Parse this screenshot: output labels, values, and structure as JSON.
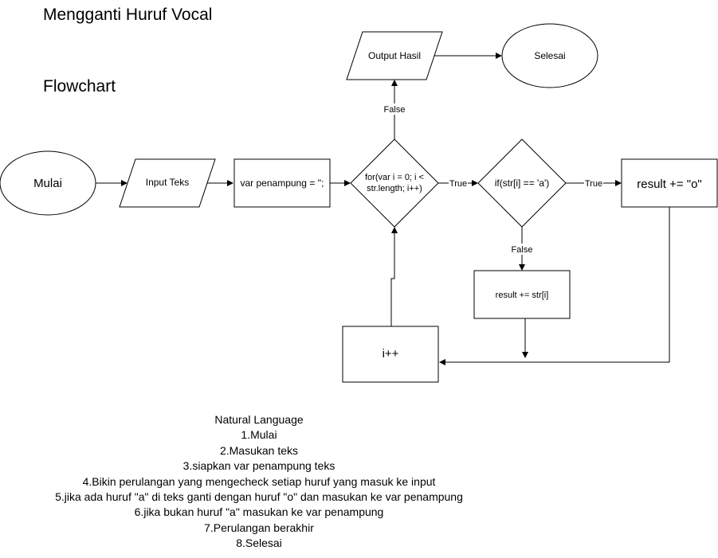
{
  "title": "Mengganti Huruf Vocal",
  "subtitle": "Flowchart",
  "nodes": {
    "start": "Mulai",
    "input": "Input Teks",
    "init": "var penampung = '';",
    "loop_line1": "for(var i = 0; i <",
    "loop_line2": "str.length; i++)",
    "condition": "if(str[i] == 'a')",
    "replace": "result += \"o\"",
    "keep": "result += str[i]",
    "increment": "i++",
    "output": "Output Hasil",
    "end": "Selesai"
  },
  "edge_labels": {
    "loop_true": "True",
    "loop_false": "False",
    "cond_true": "True",
    "cond_false": "False"
  },
  "natural_language": {
    "heading": "Natural Language",
    "steps": [
      "1.Mulai",
      "2.Masukan teks",
      "3.siapkan var penampung teks",
      "4.Bikin perulangan yang mengecheck setiap huruf yang masuk ke input",
      "5.jika ada huruf \"a\" di teks ganti dengan huruf \"o\" dan masukan ke var penampung",
      "6.jika bukan huruf \"a\" masukan ke var penampung",
      "7.Perulangan berakhir",
      "8.Selesai"
    ]
  }
}
